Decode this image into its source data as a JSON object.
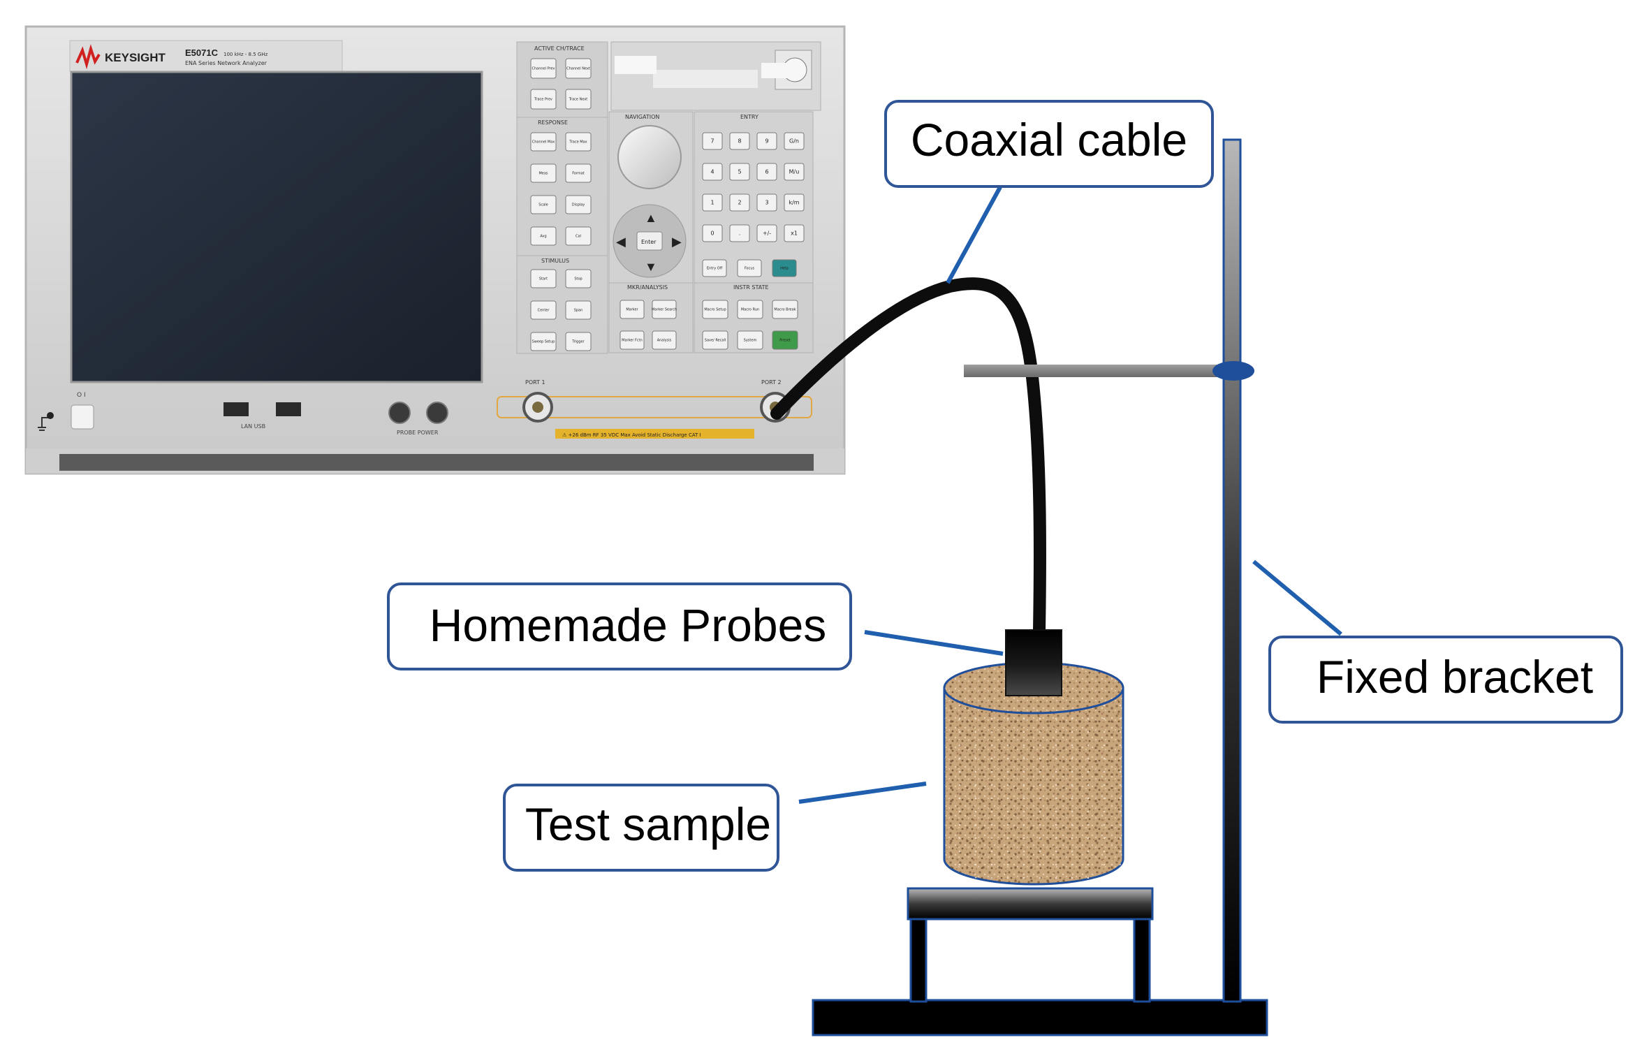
{
  "instrument": {
    "brand": "KEYSIGHT",
    "model": "E5071C",
    "model_sub": "100 kHz - 8.5 GHz",
    "model_desc": "ENA Series Network Analyzer",
    "sections": {
      "active_channel": "ACTIVE CH/TRACE",
      "response": "RESPONSE",
      "navigation": "NAVIGATION",
      "entry": "ENTRY",
      "stimulus": "STIMULUS",
      "mkr_analysis": "MKR/ANALYSIS",
      "instr_state": "INSTR STATE"
    },
    "buttons": {
      "active": [
        "Channel Prev",
        "Channel Next",
        "Trace Prev",
        "Trace Next"
      ],
      "response": [
        "Channel Max",
        "Trace Max",
        "Meas",
        "Format",
        "Scale",
        "Display",
        "Avg",
        "Cal"
      ],
      "stimulus": [
        "Start",
        "Stop",
        "Center",
        "Span",
        "Sweep Setup",
        "Trigger"
      ],
      "mkr": [
        "Marker",
        "Marker Search",
        "Marker Fctn",
        "Analysis"
      ],
      "entry": [
        "7",
        "8",
        "9",
        "G/n",
        "4",
        "5",
        "6",
        "M/u",
        "1",
        "2",
        "3",
        "k/m",
        "0",
        ".",
        "+/-",
        "x1"
      ],
      "entry_extra": [
        "Entry Off",
        "Focus",
        "Help"
      ],
      "instr": [
        "Macro Setup",
        "Macro Run",
        "Macro Break",
        "Save/ Recall",
        "System",
        "Preset"
      ],
      "enter": "Enter"
    },
    "ports": [
      "PORT 1",
      "PORT 2"
    ],
    "usb_label": "LAN  USB",
    "probe_label": "PROBE POWER",
    "warning": "⚠ +26 dBm  RF  35 VDC Max   Avoid Static Discharge CAT I"
  },
  "labels": {
    "coaxial_cable": "Coaxial cable",
    "homemade_probes": "Homemade Probes",
    "test_sample": "Test sample",
    "fixed_bracket": "Fixed bracket"
  },
  "colors": {
    "callout_border": "#2f5597",
    "leader_line": "#1f5fae",
    "bracket_fill": "#000000",
    "bracket_outline": "#1f4e9a",
    "sample_fill": "#c8a67e",
    "instrument_body": "#d6d6d6",
    "screen": "#222a36",
    "cable": "#0d0d0d"
  }
}
